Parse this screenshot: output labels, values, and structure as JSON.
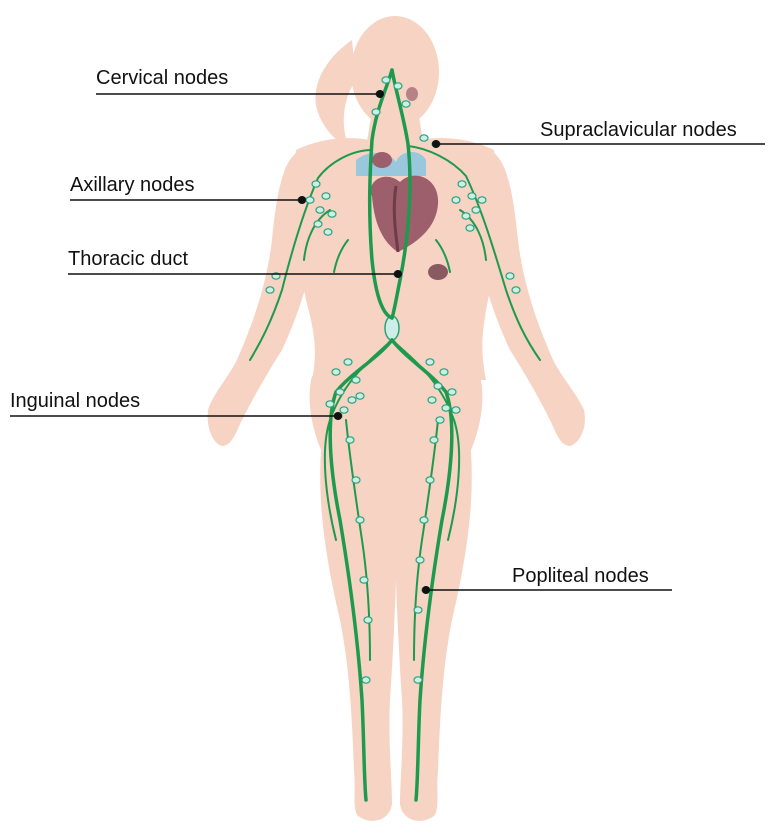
{
  "labels": {
    "cervical": "Cervical nodes",
    "supraclavicular": "Supraclavicular nodes",
    "axillary": "Axillary nodes",
    "thoracic": "Thoracic duct",
    "inguinal": "Inguinal nodes",
    "popliteal": "Popliteal nodes"
  },
  "colors": {
    "skin": "#f6d3c3",
    "skin_shadow": "#efc4b1",
    "lymph_vessel": "#1e9a4e",
    "lymph_node": "#cdeee6",
    "lymph_node_outline": "#2aa37a",
    "heart": "#9c5f6b",
    "heart_dark": "#6e3c48",
    "vessel_blue": "#8fc7e0",
    "leader_line": "#111111"
  }
}
